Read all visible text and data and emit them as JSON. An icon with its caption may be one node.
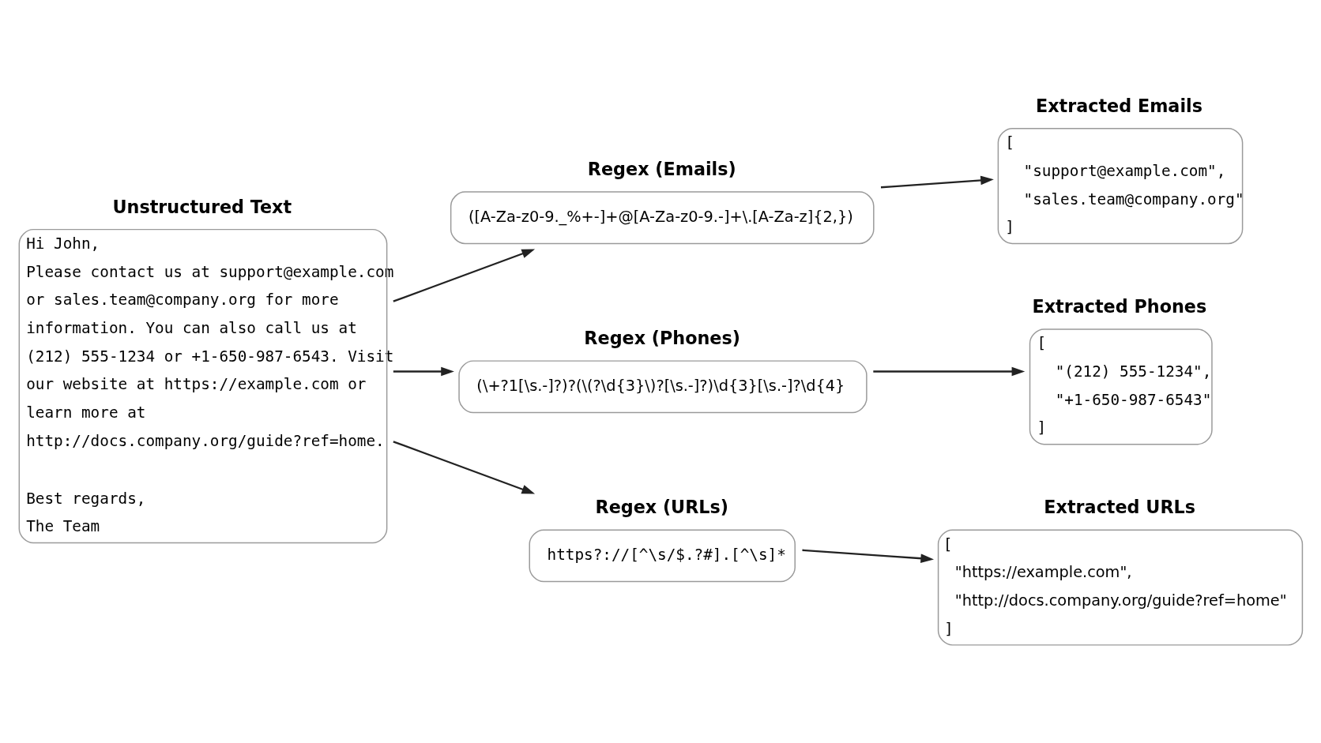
{
  "diagram": {
    "nodes": [
      {
        "text": [
          "Unstructured Text",
          "Hi John,",
          "Please contact us at support@example.com or sales.team@company.org for more information. You can also call us at (212) 555-1234 or +1-650-987-6543. Visit our website at https://example.com or learn more at http://docs.company.org/guide?ref=home.",
          "Best regards, The Team"
        ]
      },
      {
        "text": [
          "Regex (Emails)",
          "([A-Za-z0-9._%+-]+@[A-Za-z0-9.-]+\\.[A-Za-z]{2,})"
        ]
      },
      {
        "text": [
          "Extracted Emails",
          "[",
          "\"support@example.com\",",
          "\"sales.team@company.org\"",
          "]"
        ]
      },
      {
        "text": [
          "Regex (Phones)",
          "(\\+?1[\\s.-]?)?(\\(?\\d{3}\\)?[\\s.-]?)\\d{3}[\\s.-]?\\d{4}"
        ]
      },
      {
        "text": [
          "Extracted Phones",
          "[",
          "\"(212) 555-1234\",",
          "\"+1-650-987-6543\"",
          "]"
        ]
      },
      {
        "text": [
          "Regex (URLs)",
          "https?://[^\\s/$.?#].[^\\s]*"
        ]
      },
      {
        "text": [
          "Extracted URLs",
          "[",
          "\"https://example.com\",",
          "\"http://docs.company.org/guide?ref=home\"",
          "]"
        ]
      }
    ],
    "edges": [
      {
        "from": 0,
        "to": 1,
        "arrow": "to"
      },
      {
        "from": 1,
        "to": 2,
        "arrow": "to"
      },
      {
        "from": 0,
        "to": 3,
        "arrow": "to"
      },
      {
        "from": 3,
        "to": 4,
        "arrow": "to"
      },
      {
        "from": 0,
        "to": 5,
        "arrow": "to"
      },
      {
        "from": 5,
        "to": 6,
        "arrow": "to"
      }
    ]
  }
}
